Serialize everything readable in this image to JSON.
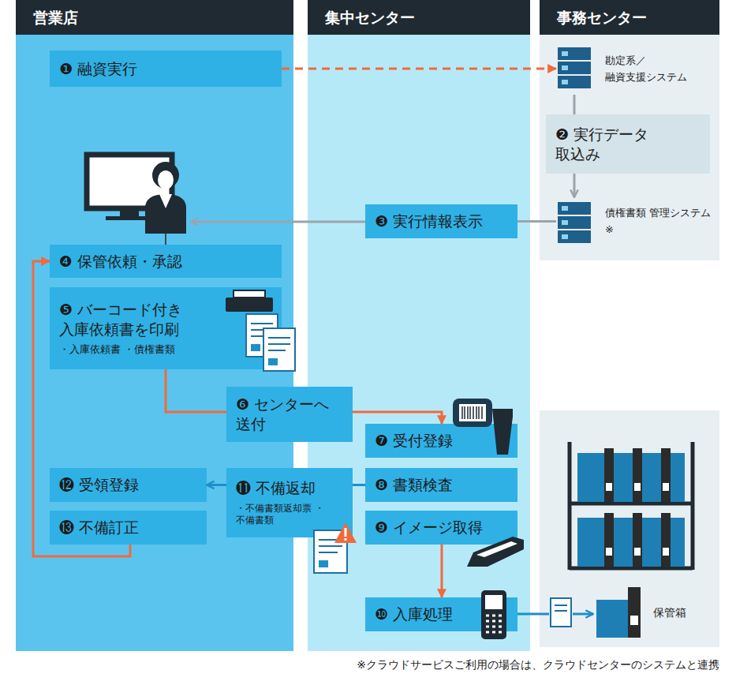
{
  "diagram": {
    "nodes": [
      {
        "text": [
          "営業店"
        ]
      },
      {
        "text": [
          "集中センター"
        ]
      },
      {
        "text": [
          "事務センター"
        ]
      },
      {
        "text": [
          "❶ 融資実行"
        ],
        "in": 0
      },
      {
        "text": [
          "勘定系／ 融資支援システム"
        ],
        "in": 2
      },
      {
        "text": [
          "❷ 実行データ 取込み"
        ],
        "in": 2
      },
      {
        "text": [
          "債権書類 管理システム※"
        ],
        "in": 2
      },
      {
        "text": [
          "❸ 実行情報表示"
        ],
        "in": 1
      },
      {
        "text": [
          "❹ 保管依頼・承認"
        ],
        "in": 0
      },
      {
        "text": [
          "❺ バーコード付き 入庫依頼書を印刷",
          "・入庫依頼書 ・債権書類"
        ],
        "in": 0
      },
      {
        "text": [
          "❻ センターへ 送付"
        ]
      },
      {
        "text": [
          "❼ 受付登録"
        ],
        "in": 1
      },
      {
        "text": [
          "❽ 書類検査"
        ],
        "in": 1
      },
      {
        "text": [
          "❾ イメージ取得"
        ],
        "in": 1
      },
      {
        "text": [
          "❿ 入庫処理"
        ],
        "in": 1
      },
      {
        "text": [
          "⓫ 不備返却",
          "・不備書類返却票 ・不備書類"
        ]
      },
      {
        "text": [
          "⓬ 受領登録"
        ],
        "in": 0
      },
      {
        "text": [
          "⓭ 不備訂正"
        ],
        "in": 0
      }
    ],
    "edges": [
      {
        "from": 3,
        "to": 4,
        "arrow": "to"
      },
      {
        "from": 4,
        "to": 5,
        "arrow": "none"
      },
      {
        "from": 5,
        "to": 6,
        "arrow": "to"
      },
      {
        "from": 6,
        "to": 7,
        "arrow": "none"
      },
      {
        "from": 9,
        "to": 10,
        "arrow": "none"
      },
      {
        "from": 10,
        "to": 11,
        "arrow": "to"
      },
      {
        "from": 12,
        "to": 15,
        "arrow": "none"
      },
      {
        "from": 15,
        "to": 16,
        "arrow": "to"
      },
      {
        "from": 13,
        "to": 14,
        "arrow": "to"
      },
      {
        "from": 17,
        "to": 8,
        "arrow": "to"
      }
    ],
    "labels": [
      "保管箱",
      "※クラウドサービスご利用の場合は、クラウドセンターのシステムと連携"
    ]
  }
}
